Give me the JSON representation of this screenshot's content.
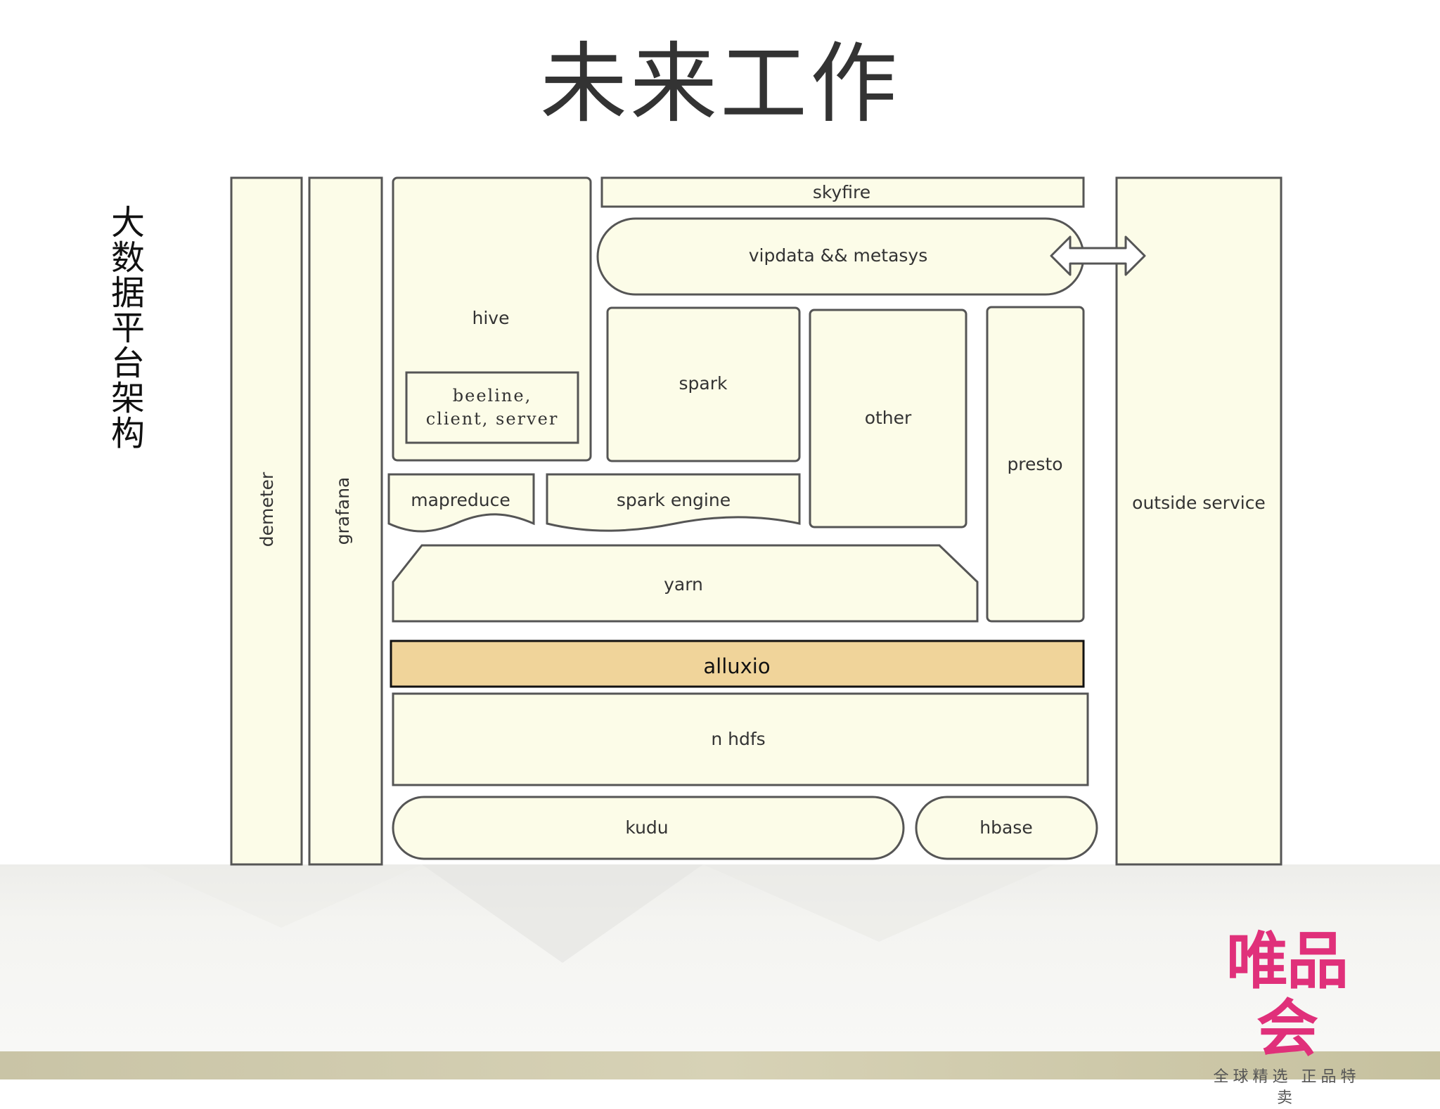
{
  "title": "未来工作",
  "side_label": "大数据平台架构",
  "components": {
    "demeter": "demeter",
    "grafana": "grafana",
    "hive": "hive",
    "hive_clients": [
      "beeline,",
      "client, server"
    ],
    "skyfire": "skyfire",
    "vipdata_metasys": "vipdata && metasys",
    "spark": "spark",
    "other": "other",
    "presto": "presto",
    "outside_service": "outside service",
    "mapreduce": "mapreduce",
    "spark_engine": "spark engine",
    "yarn": "yarn",
    "alluxio": "alluxio",
    "n_hdfs": "n hdfs",
    "kudu": "kudu",
    "hbase": "hbase"
  },
  "colors": {
    "box_fill": "#fcfce8",
    "box_stroke": "#555555",
    "highlight_fill": "#f0d49a",
    "logo": "#e0307a"
  },
  "logo": {
    "name": "唯品会",
    "slogan": "全球精选 正品特卖"
  }
}
